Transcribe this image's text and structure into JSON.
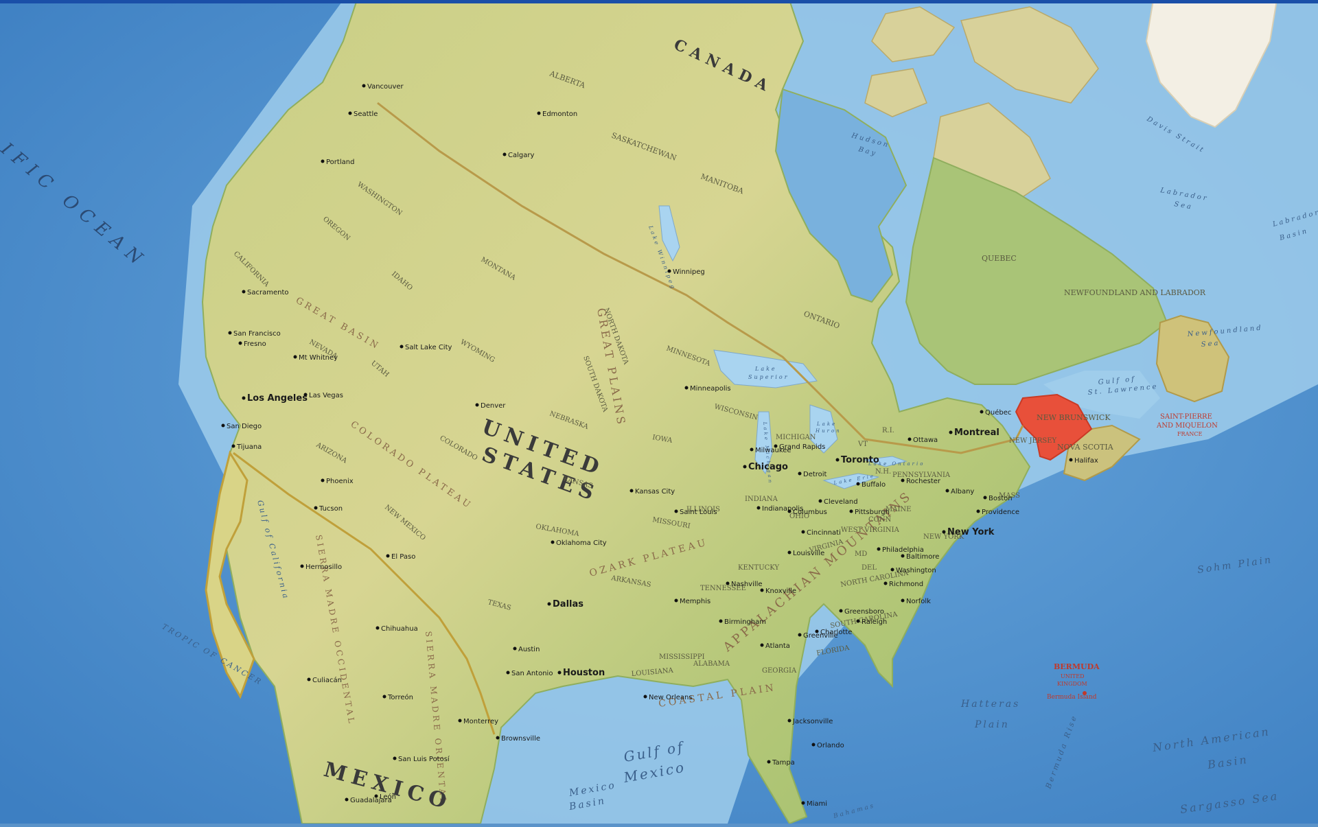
{
  "map": {
    "highlight_region": "NEW BRUNSWICK",
    "colors": {
      "ocean_deep": "#3d7fc2",
      "ocean": "#5b9ad4",
      "shelf": "#a9d3ef",
      "land_low": "#9fbf6a",
      "land_high": "#d8d78e",
      "highlight": "#e8503a",
      "border": "#b89a4a",
      "ice": "#f4f1e8"
    },
    "oceans": {
      "pacific": "IFIC OCEAN",
      "gulf_mexico_1": "Gulf of",
      "gulf_mexico_2": "Mexico",
      "mexico_basin_1": "Mexico",
      "mexico_basin_2": "Basin",
      "gulf_california": "Gulf of California",
      "hudson_bay_1": "Hudson",
      "hudson_bay_2": "Bay",
      "labrador_sea_1": "Labrador",
      "labrador_sea_2": "Sea",
      "labrador_basin_1": "Labrador",
      "labrador_basin_2": "Basin",
      "newfoundland_sea_1": "Newfoundland",
      "newfoundland_sea_2": "Sea",
      "gulf_st_lawrence_1": "Gulf of",
      "gulf_st_lawrence_2": "St. Lawrence",
      "sohm_plain": "Sohm Plain",
      "hatteras_plain_1": "Hatteras",
      "hatteras_plain_2": "Plain",
      "north_american_basin_1": "North American",
      "north_american_basin_2": "Basin",
      "sargasso_sea": "Sargasso Sea",
      "bermuda_rise": "Bermuda Rise",
      "davis_strait": "Davis Strait",
      "tropic": "TROPIC OF CANCER"
    },
    "countries": {
      "canada": "CANADA",
      "usa_1": "UNITED",
      "usa_2": "STATES",
      "mexico": "MEXICO"
    },
    "regions": {
      "great_plains": "GREAT PLAINS",
      "appalachian": "APPALACHIAN MOUNTAINS",
      "ozark": "OZARK PLATEAU",
      "coastal_plain": "COASTAL PLAIN",
      "great_basin": "GREAT BASIN",
      "colorado_plateau": "COLORADO PLATEAU",
      "sierra_madre_occ": "SIERRA MADRE OCCIDENTAL",
      "sierra_madre_or": "SIERRA MADRE ORIENTAL"
    },
    "states": [
      {
        "name": "ALBERTA"
      },
      {
        "name": "SASKATCHEWAN"
      },
      {
        "name": "MANITOBA"
      },
      {
        "name": "ONTARIO"
      },
      {
        "name": "QUEBEC"
      },
      {
        "name": "NEWFOUNDLAND AND LABRADOR"
      },
      {
        "name": "NEW BRUNSWICK"
      },
      {
        "name": "NOVA SCOTIA"
      },
      {
        "name": "WASHINGTON"
      },
      {
        "name": "OREGON"
      },
      {
        "name": "CALIFORNIA"
      },
      {
        "name": "NEVADA"
      },
      {
        "name": "IDAHO"
      },
      {
        "name": "MONTANA"
      },
      {
        "name": "WYOMING"
      },
      {
        "name": "UTAH"
      },
      {
        "name": "COLORADO"
      },
      {
        "name": "ARIZONA"
      },
      {
        "name": "NEW MEXICO"
      },
      {
        "name": "NORTH DAKOTA"
      },
      {
        "name": "SOUTH DAKOTA"
      },
      {
        "name": "NEBRASKA"
      },
      {
        "name": "KANSAS"
      },
      {
        "name": "OKLAHOMA"
      },
      {
        "name": "TEXAS"
      },
      {
        "name": "MINNESOTA"
      },
      {
        "name": "IOWA"
      },
      {
        "name": "MISSOURI"
      },
      {
        "name": "ARKANSAS"
      },
      {
        "name": "LOUISIANA"
      },
      {
        "name": "WISCONSIN"
      },
      {
        "name": "ILLINOIS"
      },
      {
        "name": "MICHIGAN"
      },
      {
        "name": "INDIANA"
      },
      {
        "name": "OHIO"
      },
      {
        "name": "KENTUCKY"
      },
      {
        "name": "TENNESSEE"
      },
      {
        "name": "MISSISSIPPI"
      },
      {
        "name": "ALABAMA"
      },
      {
        "name": "GEORGIA"
      },
      {
        "name": "FLORIDA"
      },
      {
        "name": "SOUTH CAROLINA"
      },
      {
        "name": "NORTH CAROLINA"
      },
      {
        "name": "VIRGINIA"
      },
      {
        "name": "WEST VIRGINIA"
      },
      {
        "name": "PENNSYLVANIA"
      },
      {
        "name": "NEW YORK"
      },
      {
        "name": "NEW JERSEY"
      },
      {
        "name": "MAINE"
      },
      {
        "name": "CONN"
      },
      {
        "name": "MASS"
      },
      {
        "name": "VT"
      },
      {
        "name": "N.H."
      },
      {
        "name": "R.I."
      },
      {
        "name": "MD"
      },
      {
        "name": "DEL"
      }
    ],
    "cities": [
      {
        "name": "Vancouver"
      },
      {
        "name": "Seattle"
      },
      {
        "name": "Portland"
      },
      {
        "name": "Calgary"
      },
      {
        "name": "Edmonton"
      },
      {
        "name": "Winnipeg"
      },
      {
        "name": "Sacramento"
      },
      {
        "name": "San Francisco"
      },
      {
        "name": "Fresno"
      },
      {
        "name": "Los Angeles"
      },
      {
        "name": "San Diego"
      },
      {
        "name": "Tijuana"
      },
      {
        "name": "Las Vegas"
      },
      {
        "name": "Mt Whitney"
      },
      {
        "name": "Salt Lake City"
      },
      {
        "name": "Denver"
      },
      {
        "name": "Phoenix"
      },
      {
        "name": "Tucson"
      },
      {
        "name": "El Paso"
      },
      {
        "name": "Hermosillo"
      },
      {
        "name": "Chihuahua"
      },
      {
        "name": "Culiacán"
      },
      {
        "name": "Torreón"
      },
      {
        "name": "Monterrey"
      },
      {
        "name": "Brownsville"
      },
      {
        "name": "San Luis Potosí"
      },
      {
        "name": "Guadalajara"
      },
      {
        "name": "León"
      },
      {
        "name": "Oklahoma City"
      },
      {
        "name": "Dallas"
      },
      {
        "name": "Austin"
      },
      {
        "name": "San Antonio"
      },
      {
        "name": "Houston"
      },
      {
        "name": "New Orleans"
      },
      {
        "name": "Kansas City"
      },
      {
        "name": "Saint Louis"
      },
      {
        "name": "Minneapolis"
      },
      {
        "name": "Chicago"
      },
      {
        "name": "Milwaukee"
      },
      {
        "name": "Grand Rapids"
      },
      {
        "name": "Detroit"
      },
      {
        "name": "Indianapolis"
      },
      {
        "name": "Columbus"
      },
      {
        "name": "Cleveland"
      },
      {
        "name": "Cincinnati"
      },
      {
        "name": "Louisville"
      },
      {
        "name": "Nashville"
      },
      {
        "name": "Knoxville"
      },
      {
        "name": "Memphis"
      },
      {
        "name": "Birmingham"
      },
      {
        "name": "Atlanta"
      },
      {
        "name": "Charlotte"
      },
      {
        "name": "Greenville"
      },
      {
        "name": "Greensboro"
      },
      {
        "name": "Raleigh"
      },
      {
        "name": "Norfolk"
      },
      {
        "name": "Richmond"
      },
      {
        "name": "Washington"
      },
      {
        "name": "Baltimore"
      },
      {
        "name": "Philadelphia"
      },
      {
        "name": "New York"
      },
      {
        "name": "Pittsburgh"
      },
      {
        "name": "Buffalo"
      },
      {
        "name": "Rochester"
      },
      {
        "name": "Albany"
      },
      {
        "name": "Boston"
      },
      {
        "name": "Providence"
      },
      {
        "name": "Toronto"
      },
      {
        "name": "Ottawa"
      },
      {
        "name": "Montreal"
      },
      {
        "name": "Québec"
      },
      {
        "name": "Halifax"
      },
      {
        "name": "Jacksonville"
      },
      {
        "name": "Orlando"
      },
      {
        "name": "Tampa"
      },
      {
        "name": "Miami"
      }
    ],
    "lakes": {
      "lake_superior_1": "Lake",
      "lake_superior_2": "Superior",
      "lake_michigan": "Lake Michigan",
      "lake_huron_1": "Lake",
      "lake_huron_2": "Huron",
      "lake_erie": "Lake Erie",
      "lake_ontario": "Lake Ontario",
      "lake_winnipeg": "Lake Winnipeg"
    },
    "dependencies": {
      "saint_pierre_1": "SAINT-PIERRE",
      "saint_pierre_2": "AND MIQUELON",
      "saint_pierre_3": "FRANCE",
      "bermuda_1": "BERMUDA",
      "bermuda_2": "UNITED",
      "bermuda_3": "KINGDOM",
      "bermuda_4": "Bermuda Island",
      "bahamas": "Bahamas"
    }
  }
}
